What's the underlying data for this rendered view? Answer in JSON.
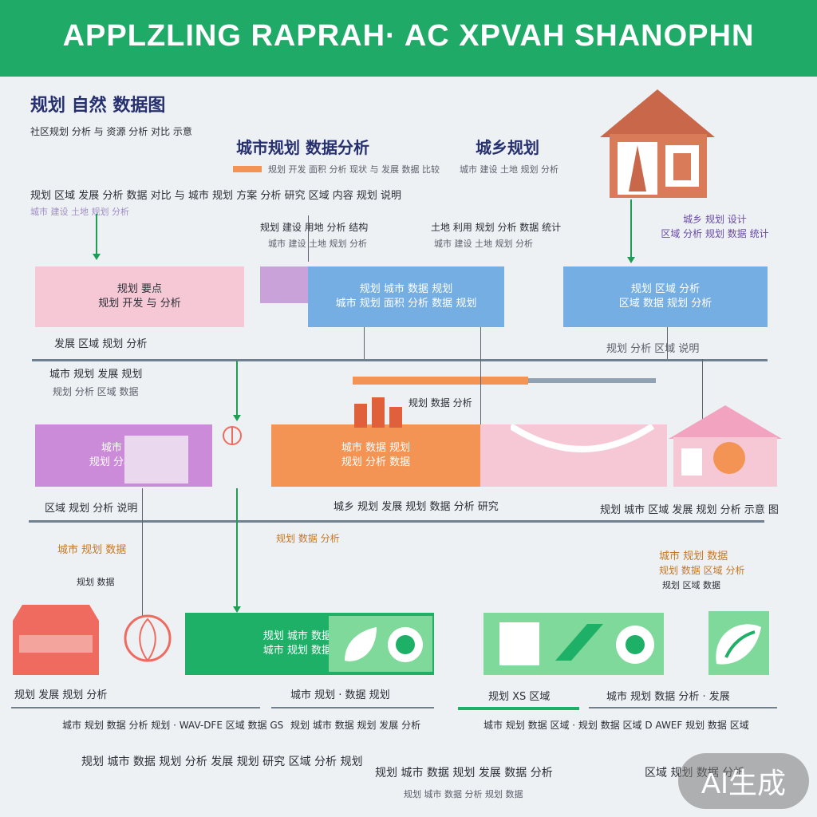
{
  "header": {
    "title": "APPLZLING RAPRAH· AC XPVAH SHANOPHN"
  },
  "left_heading": {
    "title": "规划 自然 数据图",
    "subtitle": "社区规划 分析 与 资源 分析 对比 示意"
  },
  "col_titles": [
    "城市规划 数据分析",
    "城乡规划"
  ],
  "col_subs": [
    "规划 开发 面积 分析 现状 与 发展 数据 比较",
    "城市 建设 土地 规划 分析"
  ],
  "desc_line": "规划 区域 发展 分析 数据 对比 与 城市 规划 方案 分析 研究 区域 内容 规划 说明",
  "mid_notes": [
    "规划 建设 用地 分析 结构",
    "土地 利用 规划 分析 数据 统计"
  ],
  "house_caption": [
    "城乡 规划 设计",
    "区域 分析 规划 数据 统计"
  ],
  "row1_boxes": [
    {
      "lines": [
        "规划 要点",
        "规划 开发 与 分析"
      ]
    },
    {
      "lines": [
        "规划 城市 数据 规划",
        "城市 规划 面积 分析 数据 规划"
      ]
    },
    {
      "lines": [
        "规划 区域 分析",
        "区域 数据 规划 分析"
      ]
    }
  ],
  "row1_labels": [
    "发展 区域 规划 分析",
    "规划 分析 区域 说明"
  ],
  "row2_notes": [
    "城市 规划 发展 规划",
    "规划 分析 区域 数据"
  ],
  "row2_center_note": "规划 数据 分析",
  "row2_boxes": [
    {
      "lines": [
        "城市 规划",
        "规划 分析 城市"
      ]
    },
    {
      "lines": [
        "城市 数据 规划",
        "规划 分析 数据"
      ]
    }
  ],
  "row2_labels": [
    "区域 规划 分析 说明",
    "城乡 规划 发展 规划 数据 分析 研究",
    "规划 城市 区域 发展 规划 分析 示意 图"
  ],
  "row3_notes": [
    "城市 规划 数据",
    "规划 数据"
  ],
  "row3_right": [
    "城市 规划 数据",
    "规划 数据 区域 分析",
    "规划 区域 数据"
  ],
  "row3_boxes": [
    {
      "lines": [
        "规划 城市 数据 分析",
        "城市 规划 数据 分析"
      ]
    }
  ],
  "bottom_labels": [
    "规划 发展 规划 分析",
    "城市 规划 · 数据 规划",
    "规划 XS 区域",
    "城市 规划 数据 分析 · 发展"
  ],
  "bottom_sublines": [
    "城市 规划 数据 分析 规划 · WAV-DFE 区域 数据 GS",
    "规划 城市 数据 规划 发展 分析",
    "城市 规划 数据 区域 · 规划 数据 区域 D AWEF 规划 数据 区域"
  ],
  "footer_lines": [
    "规划 城市 数据 规划 分析 发展 规划 研究 区域 分析 规划",
    "规划 城市 数据 规划 发展 数据 分析",
    "区域 规划 数据 分析"
  ],
  "footer_sub": "规划 城市 数据 分析 规划 数据",
  "watermark": "AI生成",
  "colors": {
    "green": "#1faa68",
    "pink": "#f6c8d6",
    "blue": "#74aee3",
    "violet": "#cc8bd8",
    "orange": "#f39454",
    "coral": "#ef6a5f",
    "light_green": "#7ed99a"
  }
}
